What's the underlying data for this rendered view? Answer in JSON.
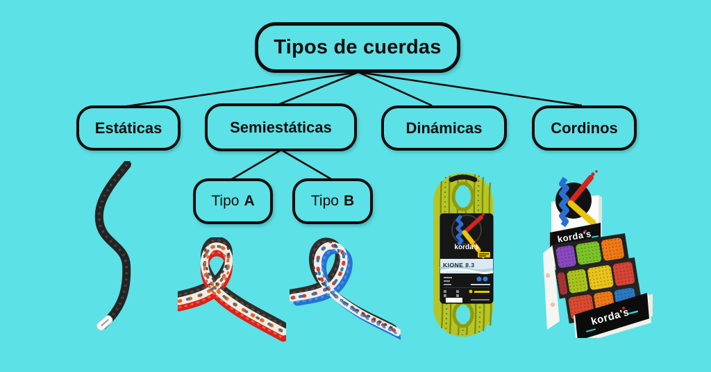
{
  "title": {
    "label": "Tipos de cuerdas"
  },
  "categories": [
    {
      "id": "estaticas",
      "label": "Estáticas"
    },
    {
      "id": "semiestaticas",
      "label": "Semiestáticas"
    },
    {
      "id": "dinamicas",
      "label": "Dinámicas"
    },
    {
      "id": "cordinos",
      "label": "Cordinos"
    }
  ],
  "subtypes": [
    {
      "id": "tipo-a",
      "prefix": "Tipo",
      "letter": "A"
    },
    {
      "id": "tipo-b",
      "prefix": "Tipo",
      "letter": "B"
    }
  ],
  "products": {
    "dynamic_rope": {
      "brand": "korda's",
      "model": "KIONE 8.3"
    },
    "cordino_display": {
      "brand_top": "korda's",
      "brand_front": "korda's"
    }
  },
  "colors": {
    "background": "#5CE1E6",
    "outline": "#0D0D0D",
    "brand_accent_red": "#D42520",
    "brand_accent_blue": "#2A6FD4",
    "brand_accent_yellow": "#E9C30C",
    "rope_static_black": "#232323",
    "rope_tipo_a_red": "#D82318",
    "rope_tipo_b_blue": "#2272D2",
    "rope_dynamic_green": "#B6C526"
  }
}
